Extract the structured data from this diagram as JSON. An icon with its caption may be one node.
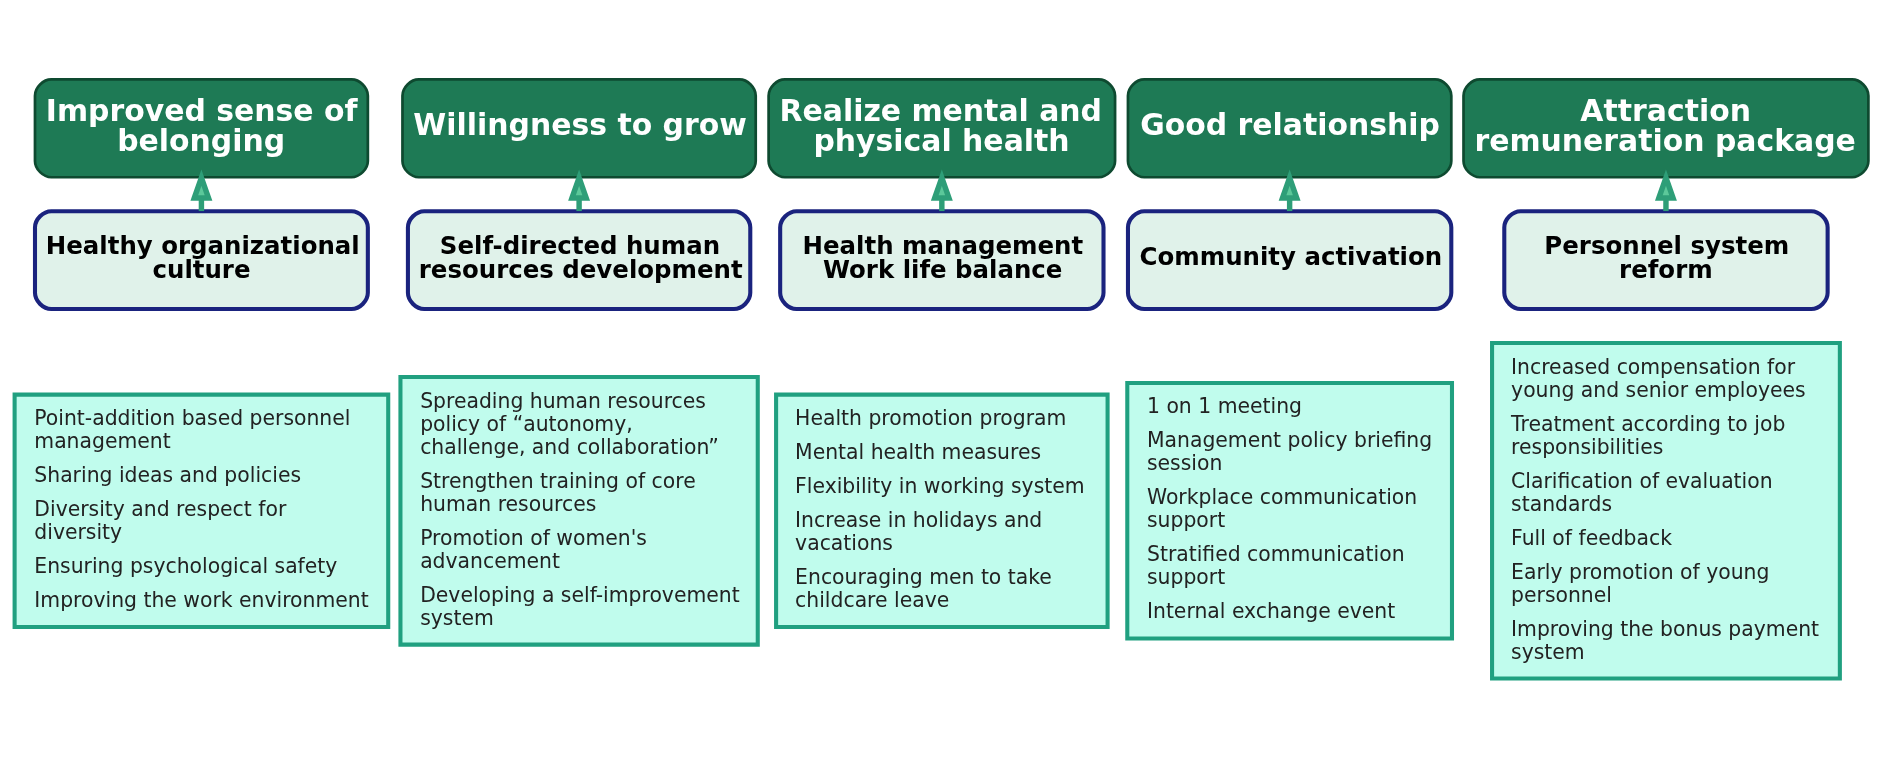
{
  "diagram": {
    "nodes": [
      {
        "text": [
          "Improved sense of belonging"
        ]
      },
      {
        "text": [
          "Willingness to grow"
        ]
      },
      {
        "text": [
          "Realize mental and physical health"
        ]
      },
      {
        "text": [
          "Good relationship"
        ]
      },
      {
        "text": [
          "Attraction remuneration package"
        ]
      },
      {
        "text": [
          "Healthy organizational culture"
        ]
      },
      {
        "text": [
          "Self-directed human resources development"
        ]
      },
      {
        "text": [
          "Health management",
          "Work life balance"
        ]
      },
      {
        "text": [
          "Community activation"
        ]
      },
      {
        "text": [
          "Personnel system reform"
        ]
      },
      {
        "text": [
          "Point-addition based personnel management",
          "Sharing ideas and policies",
          "Diversity and respect for diversity",
          "Ensuring psychological safety",
          "Improving the work environment"
        ]
      },
      {
        "text": [
          "Spreading human resources policy of “autonomy, challenge, and collaboration”",
          "Strengthen training of core human resources",
          "Promotion of women's advancement",
          "Developing a self-improvement system"
        ]
      },
      {
        "text": [
          "Health promotion program",
          "Mental health measures",
          "Flexibility in working system",
          "Increase in holidays and vacations",
          "Encouraging men to take childcare leave"
        ]
      },
      {
        "text": [
          "1 on 1 meeting",
          "Management policy briefing session",
          "Workplace communication support",
          "Stratified communication support",
          "Internal exchange event"
        ]
      },
      {
        "text": [
          "Increased compensation for young and senior employees",
          "Treatment according to job responsibilities",
          "Clarification of evaluation standards",
          "Full of feedback",
          "Early promotion of young personnel",
          "Improving the bonus payment system"
        ]
      }
    ],
    "edges": [
      {
        "from": 5,
        "to": 0,
        "arrow": "to"
      },
      {
        "from": 6,
        "to": 1,
        "arrow": "to"
      },
      {
        "from": 7,
        "to": 2,
        "arrow": "to"
      },
      {
        "from": 8,
        "to": 3,
        "arrow": "to"
      },
      {
        "from": 9,
        "to": 4,
        "arrow": "to"
      }
    ]
  }
}
